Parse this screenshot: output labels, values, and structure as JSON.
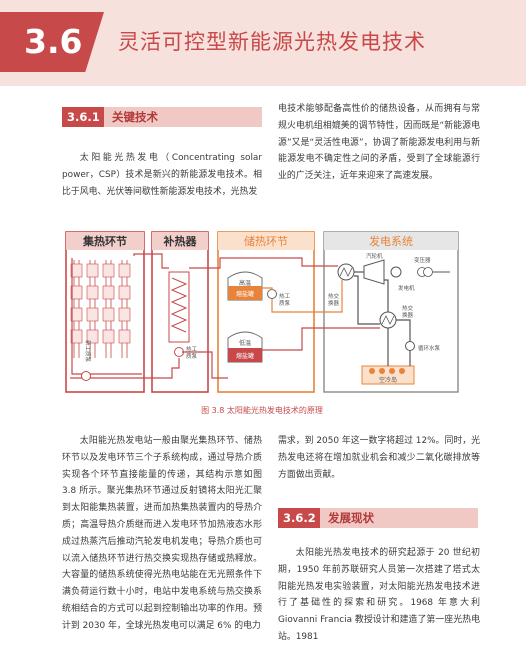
{
  "header": {
    "number": "3.6",
    "title": "灵活可控型新能源光热发电技术"
  },
  "section1": {
    "number": "3.6.1",
    "title": "关键技术"
  },
  "section2": {
    "number": "3.6.2",
    "title": "发展现状"
  },
  "col1_para1": "太阳能光热发电（Concentrating solar power，CSP）技术是新兴的新能源发电技术。相比于风电、光伏等间歇性新能源发电技术，光热发",
  "col2_para1": "电技术能够配备高性价的储热设备，从而拥有与常规火电机组相媲美的调节特性，因而既是“新能源电源”又是“灵活性电源”，协调了新能源发电利用与新能源发电不确定性之间的矛盾，受到了全球能源行业的广泛关注，近年来迎来了高速发展。",
  "diagram": {
    "blocks": {
      "collector": "集热环节",
      "heater": "补热器",
      "storage": "储热环节",
      "power": "发电系统"
    },
    "labels": {
      "hot_tank_1": "高温",
      "hot_tank_2": "熔盐罐",
      "cold_tank_1": "低温",
      "cold_tank_2": "熔盐罐",
      "hot_pump_1": "热工",
      "hot_pump_2": "质泵",
      "cold_pump_1": "热工",
      "cold_pump_2": "质泵",
      "loop_pump": "新工质泵",
      "turbine": "汽轮机",
      "transformer": "变压器",
      "generator": "发电机",
      "hx_1": "热交",
      "hx_2": "换器",
      "hx2_1": "热交",
      "hx2_2": "换器",
      "circ_pump": "循环水泵",
      "air_cooling": "空冷岛"
    },
    "caption": "图 3.8   太阳能光热发电技术的原理"
  },
  "col1_para2": "太阳能光热发电站一般由聚光集热环节、储热环节以及发电环节三个子系统构成，通过导热介质实现各个环节直接能量的传递，其结构示意如图 3.8 所示。聚光集热环节通过反射镜将太阳光汇聚到太阳能集热装置，进而加热集热装置内的导热介质；高温导热介质继而进入发电环节加热液态水形成过热蒸汽后推动汽轮发电机发电；导热介质也可以流入储热环节进行热交换实现热存储或热释放。大容量的储热系统使得光热电站能在无光照条件下满负荷运行数十小时，电站中发电系统与热交换系统相结合的方式可以起到控制输出功率的作用。预计到 2030 年，全球光热发电可以满足 6% 的电力",
  "col2_para2": "需求，到 2050 年这一数字将超过 12%。同时，光热发电还将在增加就业机会和减少二氧化碳排放等方面做出贡献。",
  "col2_para3": "太阳能光热发电技术的研究起源于 20 世纪初期，1950 年前苏联研究人员第一次搭建了塔式太阳能光热发电实验装置，对太阳能光热发电技术进行了基础性的探索和研究。1968 年意大利 Giovanni Francia 教授设计和建造了第一座光热电站。1981",
  "colors": {
    "accent": "#c8494a",
    "orange": "#e8833a",
    "grey": "#8a8a8a",
    "light": "#f6e1dd"
  }
}
